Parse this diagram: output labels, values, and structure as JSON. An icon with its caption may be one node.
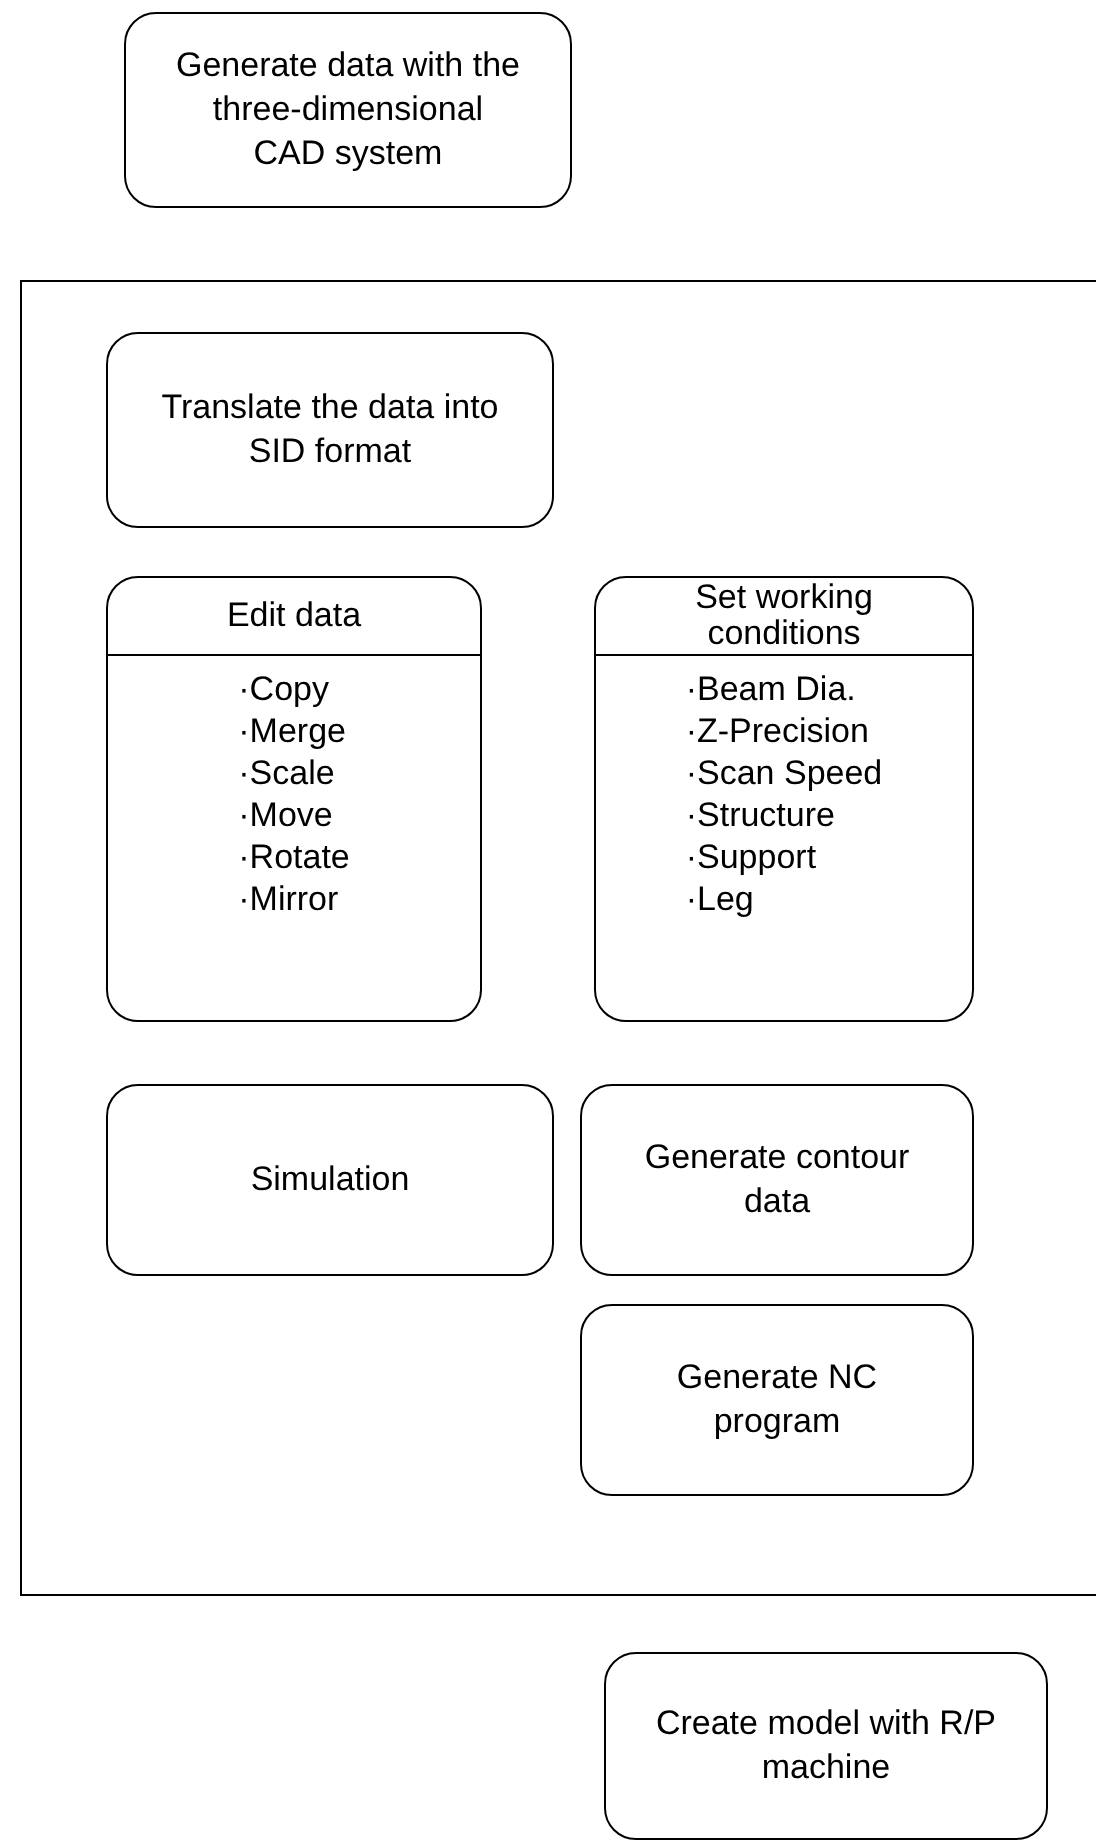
{
  "diagram": {
    "nodes": [
      {
        "text": [
          "Generate data with the three-dimensional CAD system"
        ]
      },
      {
        "text": [],
        "shape": "box"
      },
      {
        "text": [
          "Translate the data into SID format"
        ],
        "in": 1
      },
      {
        "text": [
          "Edit data",
          "·Copy",
          "·Merge",
          "·Scale",
          "·Move",
          "·Rotate",
          "·Mirror"
        ],
        "in": 1
      },
      {
        "text": [
          "Set working conditions",
          "·Beam Dia.",
          "·Z-Precision",
          "·Scan Speed",
          "·Structure",
          "·Support",
          "·Leg"
        ],
        "in": 1
      },
      {
        "text": [
          "Simulation"
        ],
        "in": 1
      },
      {
        "text": [
          "Generate contour data"
        ],
        "in": 1
      },
      {
        "text": [
          "Generate NC program"
        ],
        "in": 1
      },
      {
        "text": [
          "Create model with R/P machine"
        ]
      }
    ]
  }
}
